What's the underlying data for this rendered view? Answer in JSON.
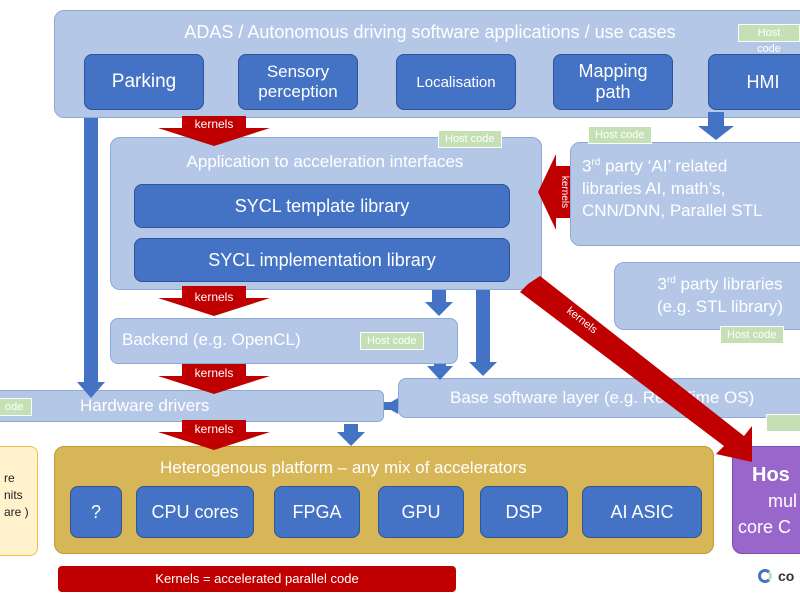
{
  "top": {
    "title": "ADAS / Autonomous driving software applications / use cases",
    "host_code": "Host code",
    "apps": [
      "Parking",
      "Sensory perception",
      "Localisation",
      "Mapping path",
      "HMI"
    ]
  },
  "app_iface": {
    "title": "Application to acceleration interfaces",
    "host_code": "Host code",
    "libs": [
      "SYCL template library",
      "SYCL implementation library"
    ]
  },
  "third_party_ai": {
    "sup": "rd",
    "line1_a": "3",
    "line1_b": " party ‘AI’ related",
    "line2": "libraries AI, math’s,",
    "line3": "CNN/DNN, Parallel STL",
    "host_code": "Host code"
  },
  "third_party_lib": {
    "line1_a": "3",
    "sup": "rd",
    "line1_b": " party  libraries",
    "line2": "(e.g. STL library)",
    "host_code": "Host code"
  },
  "backend": {
    "title": "Backend (e.g. OpenCL)",
    "host_code": "Host code"
  },
  "hardware_drivers": {
    "title": "Hardware drivers",
    "host_code_partial": "ode"
  },
  "base_software": {
    "title": "Base software layer (e.g. Real Time OS)"
  },
  "platform": {
    "title": "Heterogenous platform – any mix of accelerators",
    "units": [
      "?",
      "CPU cores",
      "FPGA",
      "GPU",
      "DSP",
      "AI ASIC"
    ]
  },
  "left_partial": [
    "re",
    "nits",
    "are )"
  ],
  "host_partial": [
    "Hos",
    "mul",
    "core C"
  ],
  "kernels_word": "kernels",
  "legend": "Kernels = accelerated parallel code",
  "logo_partial": "co",
  "colors": {
    "light_blue": "#b4c7e7",
    "dark_blue": "#4472c4",
    "kernel_red": "#c00000",
    "platform_gold": "#d6b656",
    "host_purple": "#9966cc",
    "host_code_green": "#c5e0b4"
  }
}
